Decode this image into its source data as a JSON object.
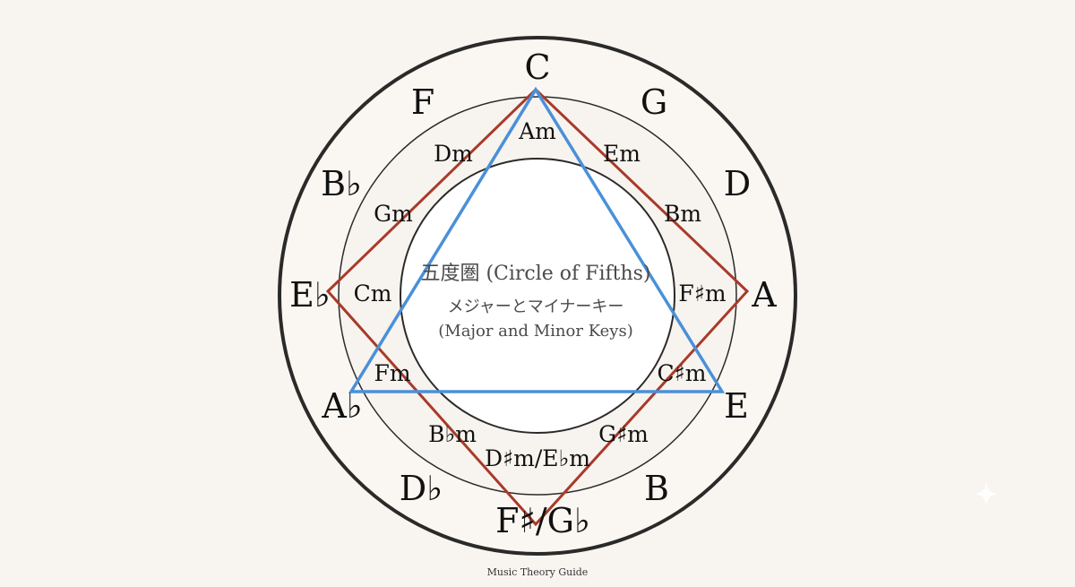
{
  "center": {
    "title": "五度圏 (Circle of Fifths)",
    "subtitle_ja": "メジャーとマイナーキー",
    "subtitle_en": "(Major and Minor Keys)"
  },
  "major_keys": [
    "C",
    "G",
    "D",
    "A",
    "E",
    "B",
    "F♯/G♭",
    "D♭",
    "A♭",
    "E♭",
    "B♭",
    "F"
  ],
  "minor_keys": [
    "Am",
    "Em",
    "Bm",
    "F♯m",
    "C♯m",
    "G♯m",
    "D♯m/E♭m",
    "B♭m",
    "Fm",
    "Cm",
    "Gm",
    "Dm"
  ],
  "shapes": {
    "triangle": {
      "vertices": [
        "C",
        "E",
        "A♭"
      ],
      "color": "#4a90d9"
    },
    "square": {
      "vertices": [
        "C",
        "A",
        "F♯/G♭",
        "E♭"
      ],
      "color": "#a83a2a"
    }
  },
  "colors": {
    "background": "#f8f5f0",
    "circle_stroke": "#2a2a2a",
    "center_fill": "#ffffff"
  },
  "footer": {
    "text": "Music Theory Guide"
  },
  "decoration": {
    "icon": "sparkle-icon"
  }
}
